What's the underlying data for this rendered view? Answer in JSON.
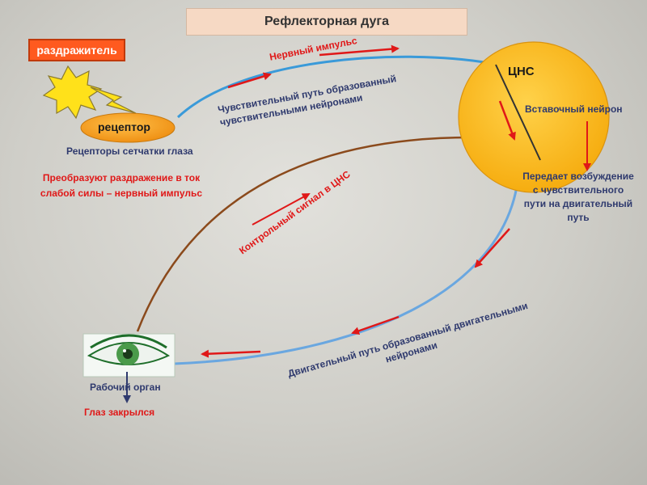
{
  "title": "Рефлекторная дуга",
  "stimulus": "раздражитель",
  "receptor": {
    "label": "рецептор",
    "caption": "Рецепторы сетчатки глаза",
    "function_line1": "Преобразуют раздражение в ток",
    "function_line2": "слабой силы – нервный импульс"
  },
  "cns": {
    "label": "ЦНС",
    "interneuron": "Вставочный нейрон",
    "function_line1": "Передает возбуждение",
    "function_line2": "с чувствительного",
    "function_line3": "пути на двигательный",
    "function_line4": "путь"
  },
  "nerve_impulse": "Нервный импульс",
  "sensory_path": {
    "line1": "Чувствительный путь образованный",
    "line2": "чувствительными нейронами"
  },
  "control_signal": "Контрольный сигнал в ЦНС",
  "motor_path": {
    "line1": "Двигательный путь образованный двигательными",
    "line2": "нейронами"
  },
  "effector": {
    "label": "Рабочий орган",
    "result": "Глаз закрылся"
  },
  "colors": {
    "sensory_path": "#3a9ad9",
    "motor_path": "#6aa7e0",
    "control_path": "#8b4a1c",
    "arrow": "#e01818",
    "cns_fill": "#fbbf1a",
    "receptor_fill": "#f7a21a",
    "stimulus_fill": "#ff5a1f",
    "navy_text": "#2f3a6e",
    "red_text": "#e01818"
  },
  "icons": [
    "sun-icon",
    "lightning-icon",
    "eye-icon"
  ]
}
